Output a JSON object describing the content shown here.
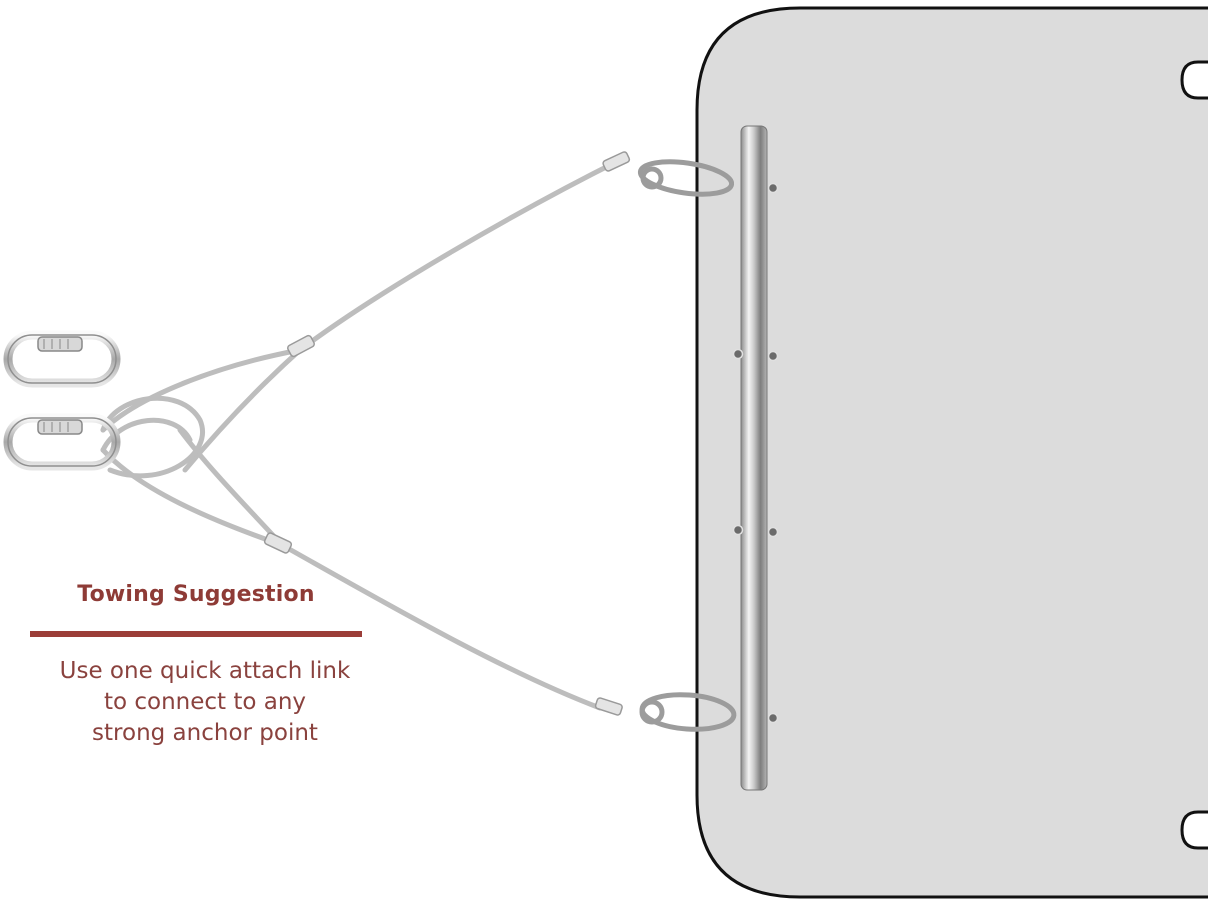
{
  "caption": {
    "title": "Towing Suggestion",
    "lines": [
      "Use one quick attach link",
      "to connect to any",
      "strong anchor point"
    ]
  },
  "colors": {
    "accent": "#9b3d38",
    "text": "#8a423e",
    "panel_fill": "#dcdcdc",
    "panel_stroke": "#111111",
    "cable": "#bcbcbc"
  },
  "icons": {
    "spare_link": "quick-link-icon",
    "attached_link": "quick-link-icon",
    "bar": "tow-bar"
  }
}
